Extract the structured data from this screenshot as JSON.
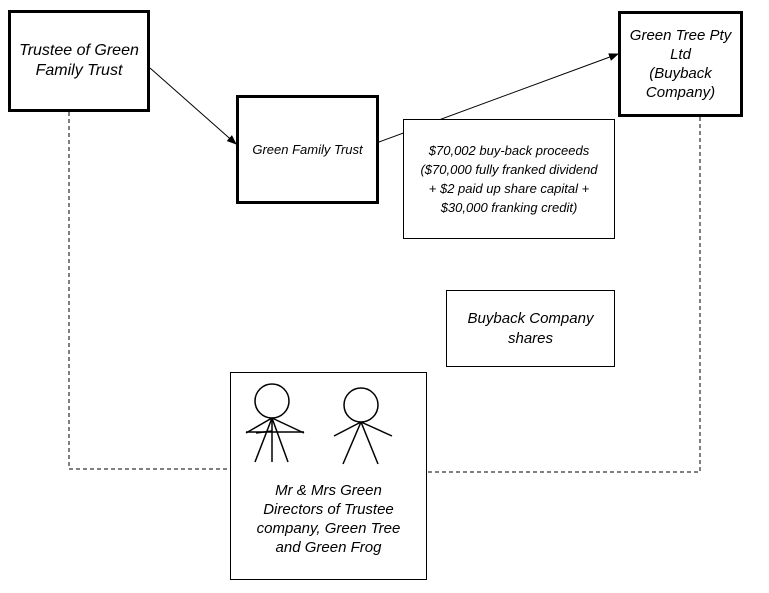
{
  "entities": {
    "trustee": {
      "lines": [
        "Trustee of Green",
        "Family Trust"
      ]
    },
    "trust": {
      "label": "Green Family Trust"
    },
    "buyback_company": {
      "lines": [
        "Green Tree Pty",
        "Ltd",
        "(Buyback",
        "Company)"
      ]
    }
  },
  "proceeds_note": {
    "lines": [
      "$70,002 buy-back proceeds",
      "($70,000 fully franked dividend",
      "+ $2 paid up share capital +",
      "$30,000 franking credit)"
    ]
  },
  "shares_note": {
    "lines": [
      "Buyback Company",
      "shares"
    ]
  },
  "directors": {
    "lines": [
      "Mr & Mrs Green",
      "Directors of Trustee",
      "company, Green Tree",
      "and Green Frog"
    ],
    "icon": "stick-figure-icon",
    "count": 2
  }
}
